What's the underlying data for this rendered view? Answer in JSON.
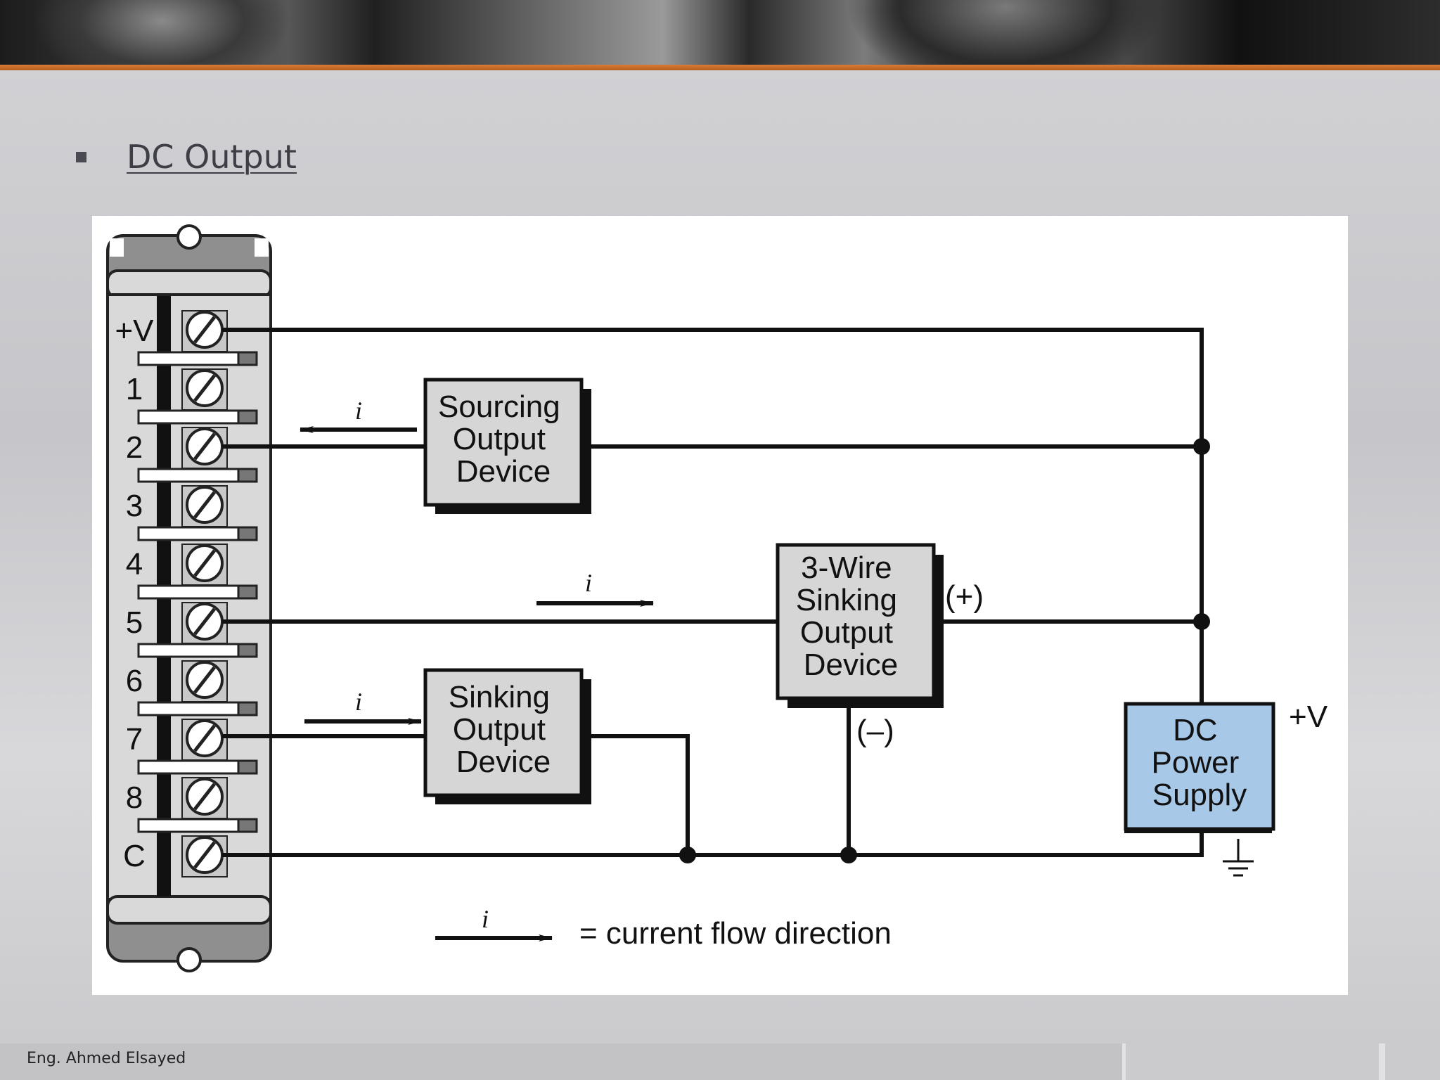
{
  "slide": {
    "heading": "DC Output",
    "footer_author": "Eng. Ahmed Elsayed"
  },
  "diagram": {
    "terminal_labels": [
      "+V",
      "1",
      "2",
      "3",
      "4",
      "5",
      "6",
      "7",
      "8",
      "C"
    ],
    "current_symbol": "i",
    "sourcing_device": [
      "Sourcing",
      "Output",
      "Device"
    ],
    "three_wire_device": [
      "3-Wire",
      "Sinking",
      "Output",
      "Device"
    ],
    "sinking_device": [
      "Sinking",
      "Output",
      "Device"
    ],
    "power_supply": [
      "DC",
      "Power",
      "Supply"
    ],
    "power_supply_color": "#a8c8e8",
    "plus_terminal": "(+)",
    "minus_terminal": "(–)",
    "supply_positive": "+V",
    "legend_text": "= current flow direction"
  }
}
